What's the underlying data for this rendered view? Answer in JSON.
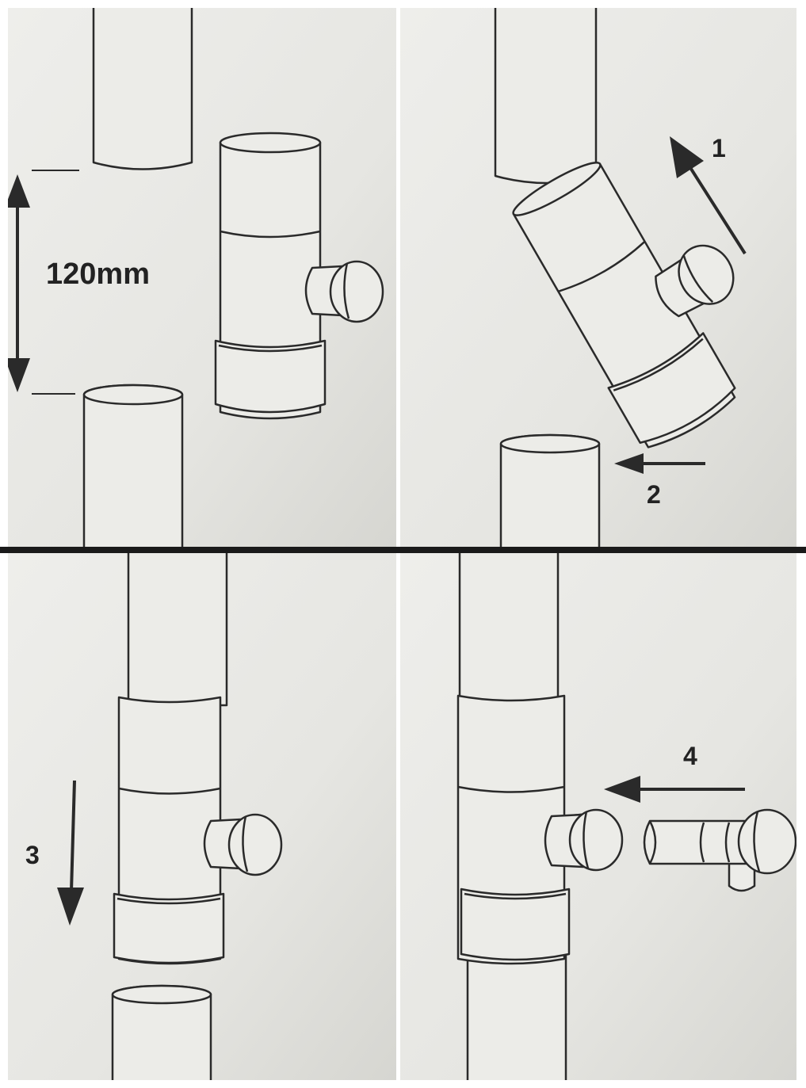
{
  "dimension": {
    "label": "120mm"
  },
  "steps": [
    {
      "number": "1"
    },
    {
      "number": "2"
    },
    {
      "number": "3"
    },
    {
      "number": "4"
    }
  ],
  "colors": {
    "paper": "#e9e9e6",
    "paper_shade": "#d9d9d4",
    "ink": "#2a2a2a",
    "part_fill": "#ecece8",
    "divider": "#1a1a1a",
    "border": "#ffffff"
  }
}
